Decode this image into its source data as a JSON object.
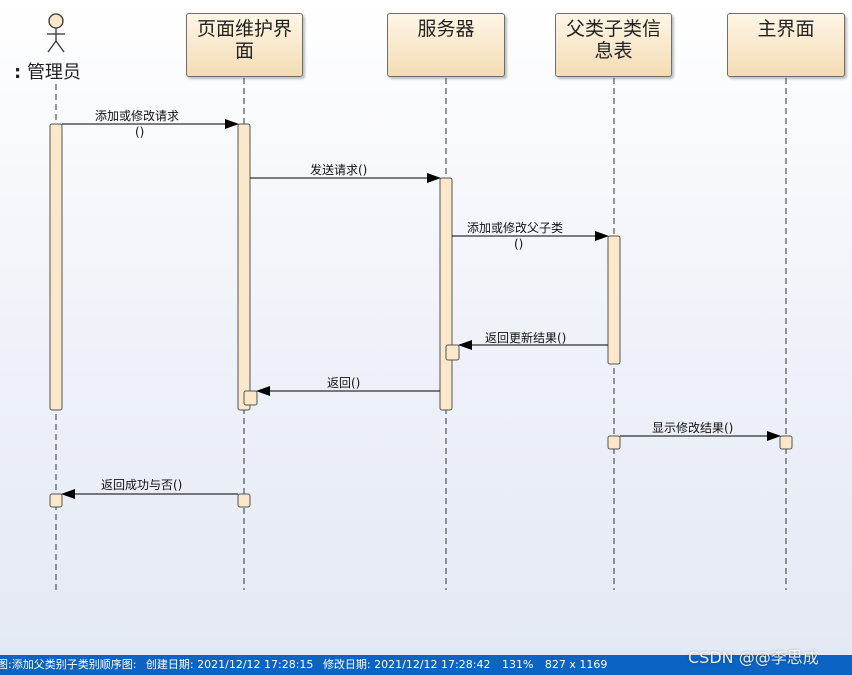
{
  "diagram": {
    "actor": {
      "name": "管理员",
      "prefix": ":"
    },
    "participants": [
      {
        "id": "page",
        "label_line1": "页面维护界",
        "label_line2": "面"
      },
      {
        "id": "server",
        "label_line1": "服务器",
        "label_line2": ""
      },
      {
        "id": "table",
        "label_line1": "父类子类信",
        "label_line2": "息表"
      },
      {
        "id": "main",
        "label_line1": "主界面",
        "label_line2": ""
      }
    ],
    "messages": [
      {
        "label": "添加或修改请求",
        "sub": "()"
      },
      {
        "label": "发送请求()",
        "sub": ""
      },
      {
        "label": "添加或修改父子类",
        "sub": "()"
      },
      {
        "label": "返回更新结果()",
        "sub": ""
      },
      {
        "label": "返回()",
        "sub": ""
      },
      {
        "label": "显示修改结果()",
        "sub": ""
      },
      {
        "label": "返回成功与否()",
        "sub": ""
      }
    ]
  },
  "statusbar": {
    "diagram_name": "图:添加父类别子类别顺序图:",
    "created": "创建日期: 2021/12/12 17:28:15",
    "modified": "修改日期: 2021/12/12 17:28:42",
    "zoom": "131%",
    "page_size": "827 x 1169"
  },
  "watermark": "CSDN @@李思成",
  "colors": {
    "activation_fill": "#fbe7c9",
    "participant_top": "#fff6e6",
    "participant_bottom": "#f3dcb4",
    "statusbar": "#0b63c4"
  }
}
